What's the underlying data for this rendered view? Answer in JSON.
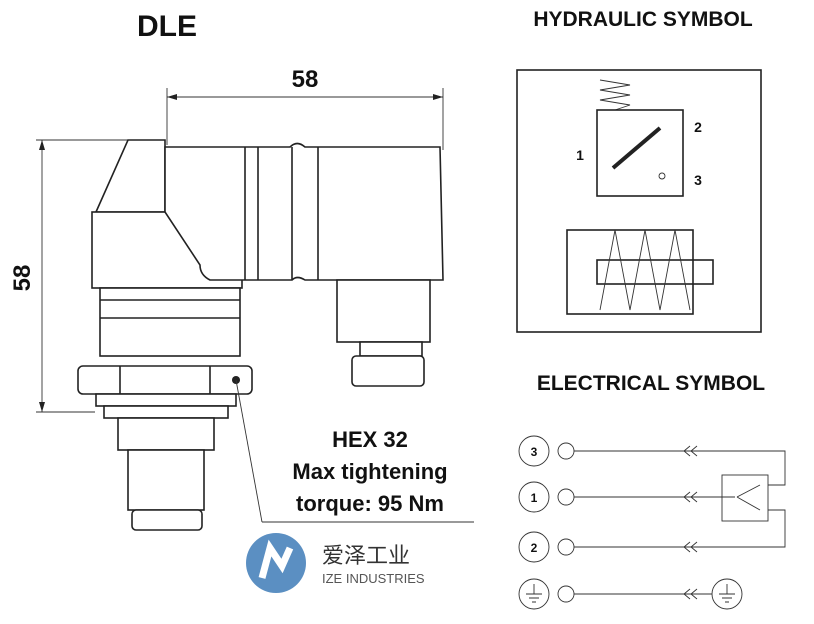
{
  "title": "DLE",
  "dimensions": {
    "width": "58",
    "height": "58"
  },
  "hex_note": {
    "line1": "HEX 32",
    "line2": "Max tightening",
    "line3": "torque: 95 Nm"
  },
  "hydraulic": {
    "title": "HYDRAULIC SYMBOL",
    "ports": [
      "1",
      "2",
      "3"
    ]
  },
  "electrical": {
    "title": "ELECTRICAL SYMBOL",
    "terminals": [
      "3",
      "1",
      "2"
    ]
  },
  "logo": {
    "chinese": "爱泽工业",
    "english": "IZE INDUSTRIES",
    "color": "#5b8fc2"
  }
}
